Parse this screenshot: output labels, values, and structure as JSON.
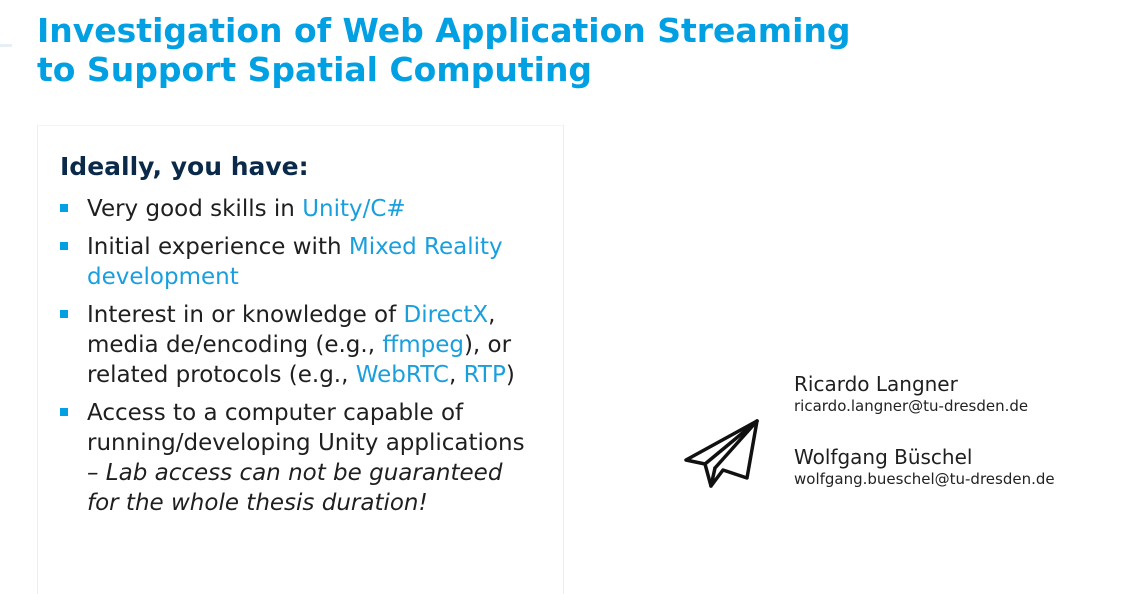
{
  "title": {
    "line1": "Investigation of Web Application Streaming",
    "line2": "to Support Spatial Computing"
  },
  "panel": {
    "heading": "Ideally, you have:",
    "items": [
      {
        "t1": "Very good skills in ",
        "h1": "Unity/C#"
      },
      {
        "t1": "Initial experience with ",
        "h1": "Mixed Reality development"
      },
      {
        "t1": "Interest in or knowledge of ",
        "h1": "DirectX",
        "t2": ", media de/encoding (e.g., ",
        "h2": "ffmpeg",
        "t3": "), or related protocols (e.g., ",
        "h3": "WebRTC",
        "t4": ", ",
        "h4": "RTP",
        "t5": ")"
      },
      {
        "t1": "Access to a computer capable of running/developing Unity applications",
        "it": "– Lab access can not be guaranteed for the whole thesis duration!"
      }
    ]
  },
  "contacts": [
    {
      "name": "Ricardo Langner",
      "email": "ricardo.langner@tu-dresden.de"
    },
    {
      "name": "Wolfgang Büschel",
      "email": "wolfgang.bueschel@tu-dresden.de"
    }
  ],
  "icons": {
    "contact": "paper-plane-icon",
    "bullet": "square-bullet-icon"
  },
  "colors": {
    "accent": "#00a0e3",
    "heading": "#0b2a4a",
    "text": "#1f1f1f"
  }
}
